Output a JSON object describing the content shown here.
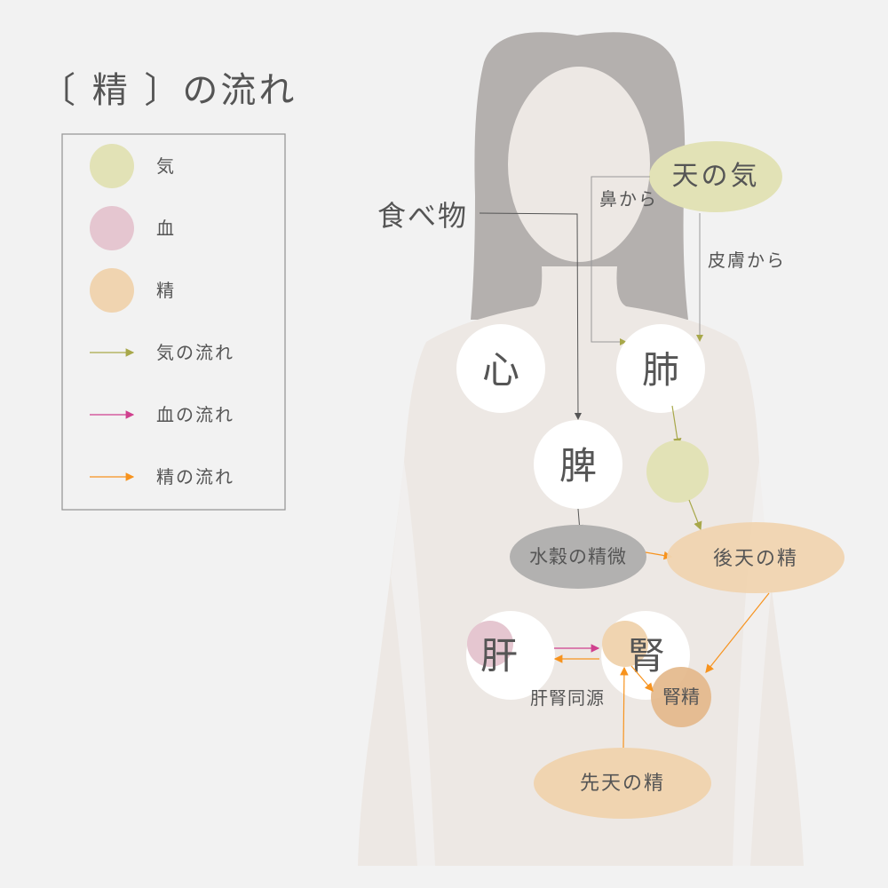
{
  "title": "〔 精 〕の流れ",
  "colors": {
    "ki": "#e2e2b6",
    "ketsu": "#e5c6d0",
    "sei": "#f0d4b0",
    "ki_flow": "#a8a84a",
    "ketsu_flow": "#d0408e",
    "sei_flow": "#f7931e",
    "jinsei": "#e3b788",
    "suikoku": "#b2b1b0"
  },
  "legend": [
    {
      "icon": "circle",
      "label": "気"
    },
    {
      "icon": "circle",
      "label": "血"
    },
    {
      "icon": "circle",
      "label": "精"
    },
    {
      "icon": "arrow",
      "label": "気の流れ"
    },
    {
      "icon": "arrow",
      "label": "血の流れ"
    },
    {
      "icon": "arrow",
      "label": "精の流れ"
    }
  ],
  "diagram": {
    "food": "食べ物",
    "heaven_ki": "天の気",
    "from_nose": "鼻から",
    "from_skin": "皮膚から",
    "heart": "心",
    "lung": "肺",
    "spleen": "脾",
    "suikoku": "水穀の精微",
    "kouten": "後天の精",
    "liver": "肝",
    "kidney": "腎",
    "kanjin": "肝腎同源",
    "jinsei": "腎精",
    "senten": "先天の精"
  }
}
